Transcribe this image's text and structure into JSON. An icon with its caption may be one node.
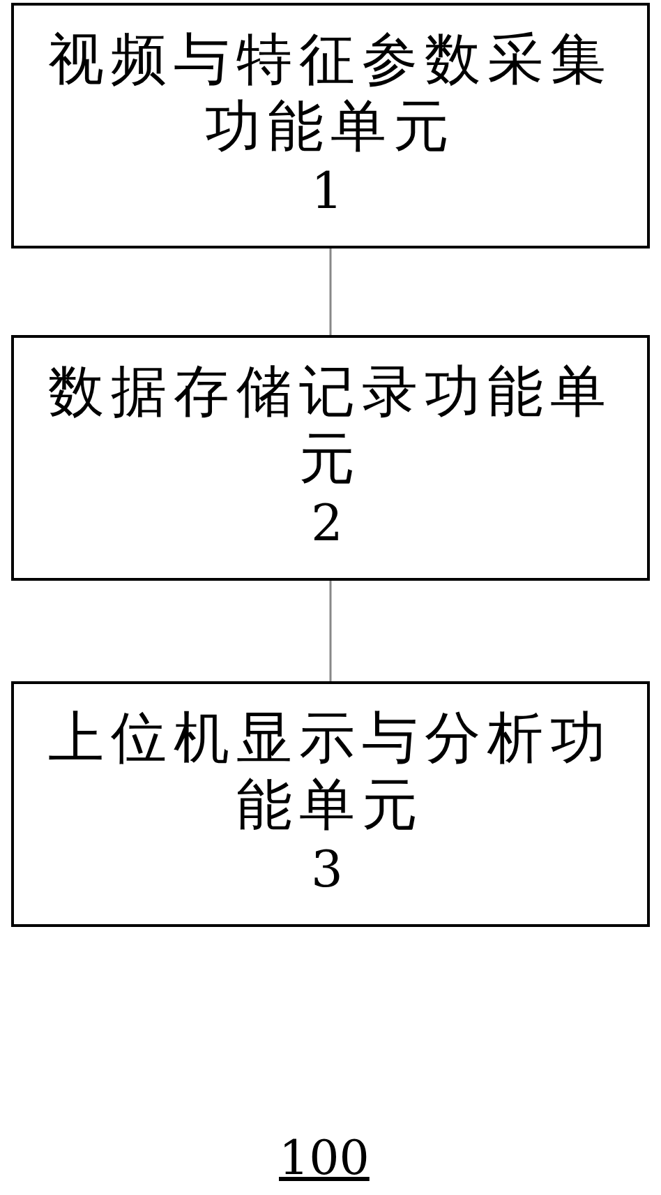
{
  "diagram": {
    "nodes": [
      {
        "text": [
          "视频与特征参数采集功能单元",
          "1"
        ]
      },
      {
        "text": [
          "数据存储记录功能单元",
          "2"
        ]
      },
      {
        "text": [
          "上位机显示与分析功能单元",
          "3"
        ]
      }
    ],
    "edges": [
      {
        "from": 0,
        "to": 1,
        "arrow": "none"
      },
      {
        "from": 1,
        "to": 2,
        "arrow": "none"
      }
    ],
    "labels": [
      "100"
    ]
  }
}
